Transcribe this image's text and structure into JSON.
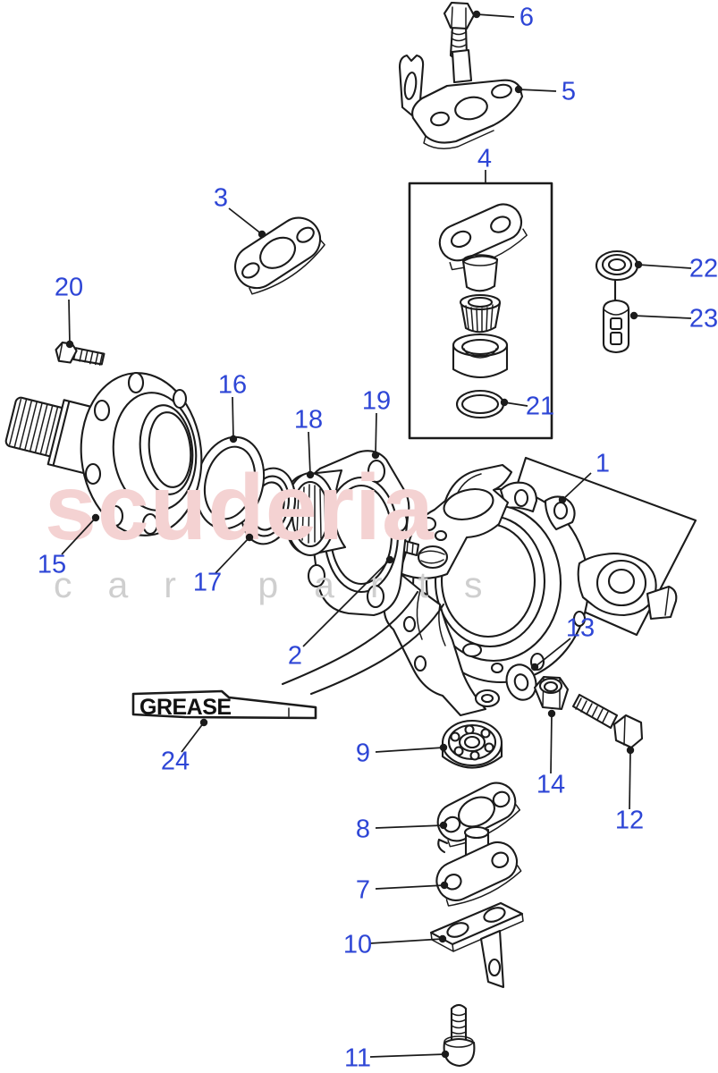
{
  "diagram": {
    "watermark": {
      "brand": "scuderia",
      "tagline": "car parts"
    },
    "grease_flag": {
      "text": "GREASE"
    },
    "callouts": [
      {
        "number": "1"
      },
      {
        "number": "2"
      },
      {
        "number": "3"
      },
      {
        "number": "4"
      },
      {
        "number": "5"
      },
      {
        "number": "6"
      },
      {
        "number": "7"
      },
      {
        "number": "8"
      },
      {
        "number": "9"
      },
      {
        "number": "10"
      },
      {
        "number": "11"
      },
      {
        "number": "12"
      },
      {
        "number": "13"
      },
      {
        "number": "14"
      },
      {
        "number": "15"
      },
      {
        "number": "16"
      },
      {
        "number": "17"
      },
      {
        "number": "18"
      },
      {
        "number": "19"
      },
      {
        "number": "20"
      },
      {
        "number": "21"
      },
      {
        "number": "22"
      },
      {
        "number": "23"
      },
      {
        "number": "24"
      }
    ]
  },
  "colors": {
    "callout_blue": "#2e46d6",
    "watermark_pink": "#f4d2d2",
    "watermark_gray": "#cfcfcf",
    "checker_gray": "#e3e3e3",
    "line_black": "#1b1b1b"
  }
}
